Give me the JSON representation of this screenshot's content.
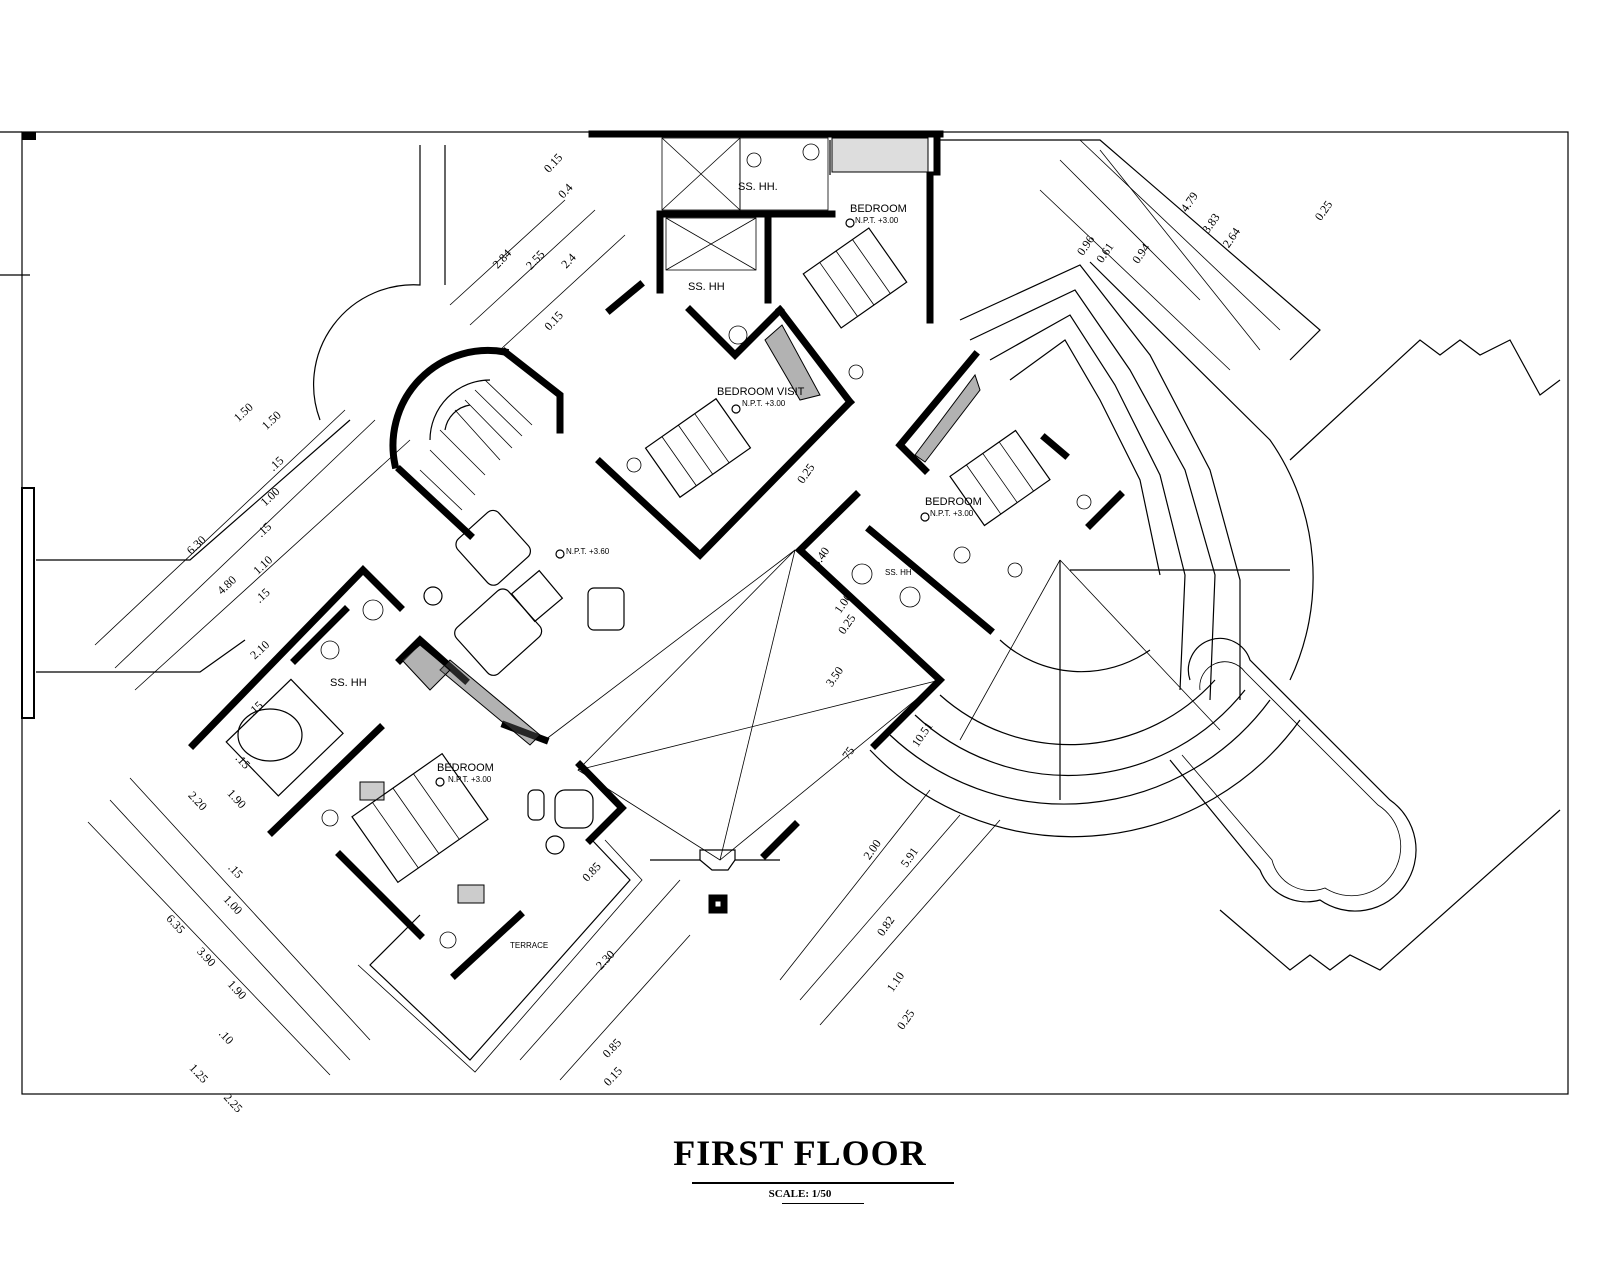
{
  "drawing": {
    "title": "FIRST FLOOR",
    "scale": "SCALE: 1/50"
  },
  "rooms": [
    {
      "id": "ss-hh-top",
      "label": "SS. HH."
    },
    {
      "id": "ss-hh-mid",
      "label": "SS. HH"
    },
    {
      "id": "bedroom-top",
      "label": "BEDROOM",
      "level": "N.P.T. +3.00"
    },
    {
      "id": "bedroom-visit",
      "label": "BEDROOM VISIT",
      "level": "N.P.T. +3.00"
    },
    {
      "id": "bedroom-right",
      "label": "BEDROOM",
      "level": "N.P.T. +3.00"
    },
    {
      "id": "ss-hh-right",
      "label": "SS. HH"
    },
    {
      "id": "hall",
      "label": "",
      "level": "N.P.T. +3.60"
    },
    {
      "id": "ss-hh-left",
      "label": "SS. HH"
    },
    {
      "id": "bedroom-left",
      "label": "BEDROOM",
      "level": "N.P.T. +3.00"
    },
    {
      "id": "terrace",
      "label": "TERRACE"
    }
  ],
  "dimensions": {
    "top_left": [
      "2.84",
      "2.55",
      "2.4",
      "0.15",
      "0.15",
      "0.4"
    ],
    "top_right": [
      "0.96",
      "0.61",
      "0.94",
      "4.79",
      "3.83",
      "2.64",
      "0.25"
    ],
    "left": [
      "6.30",
      "4.80",
      "1.50",
      "1.50",
      ".15",
      "1.00",
      ".15",
      "1.10",
      ".15",
      "2.10",
      ".15"
    ],
    "bottom_left": [
      ".15",
      "1.90",
      "2.20",
      ".15",
      "1.00",
      "6.35",
      "3.90",
      "1.90",
      ".10",
      "1.25",
      "2.25"
    ],
    "bottom_center": [
      "0.85",
      "2.30",
      "0.15",
      "0.85"
    ],
    "bottom_right": [
      "0.25",
      "1.10",
      "0.82",
      "2.00",
      "5.91",
      "10.51",
      "75",
      "3.50",
      "0.25",
      "1.00",
      "3.40",
      "0.25"
    ]
  }
}
